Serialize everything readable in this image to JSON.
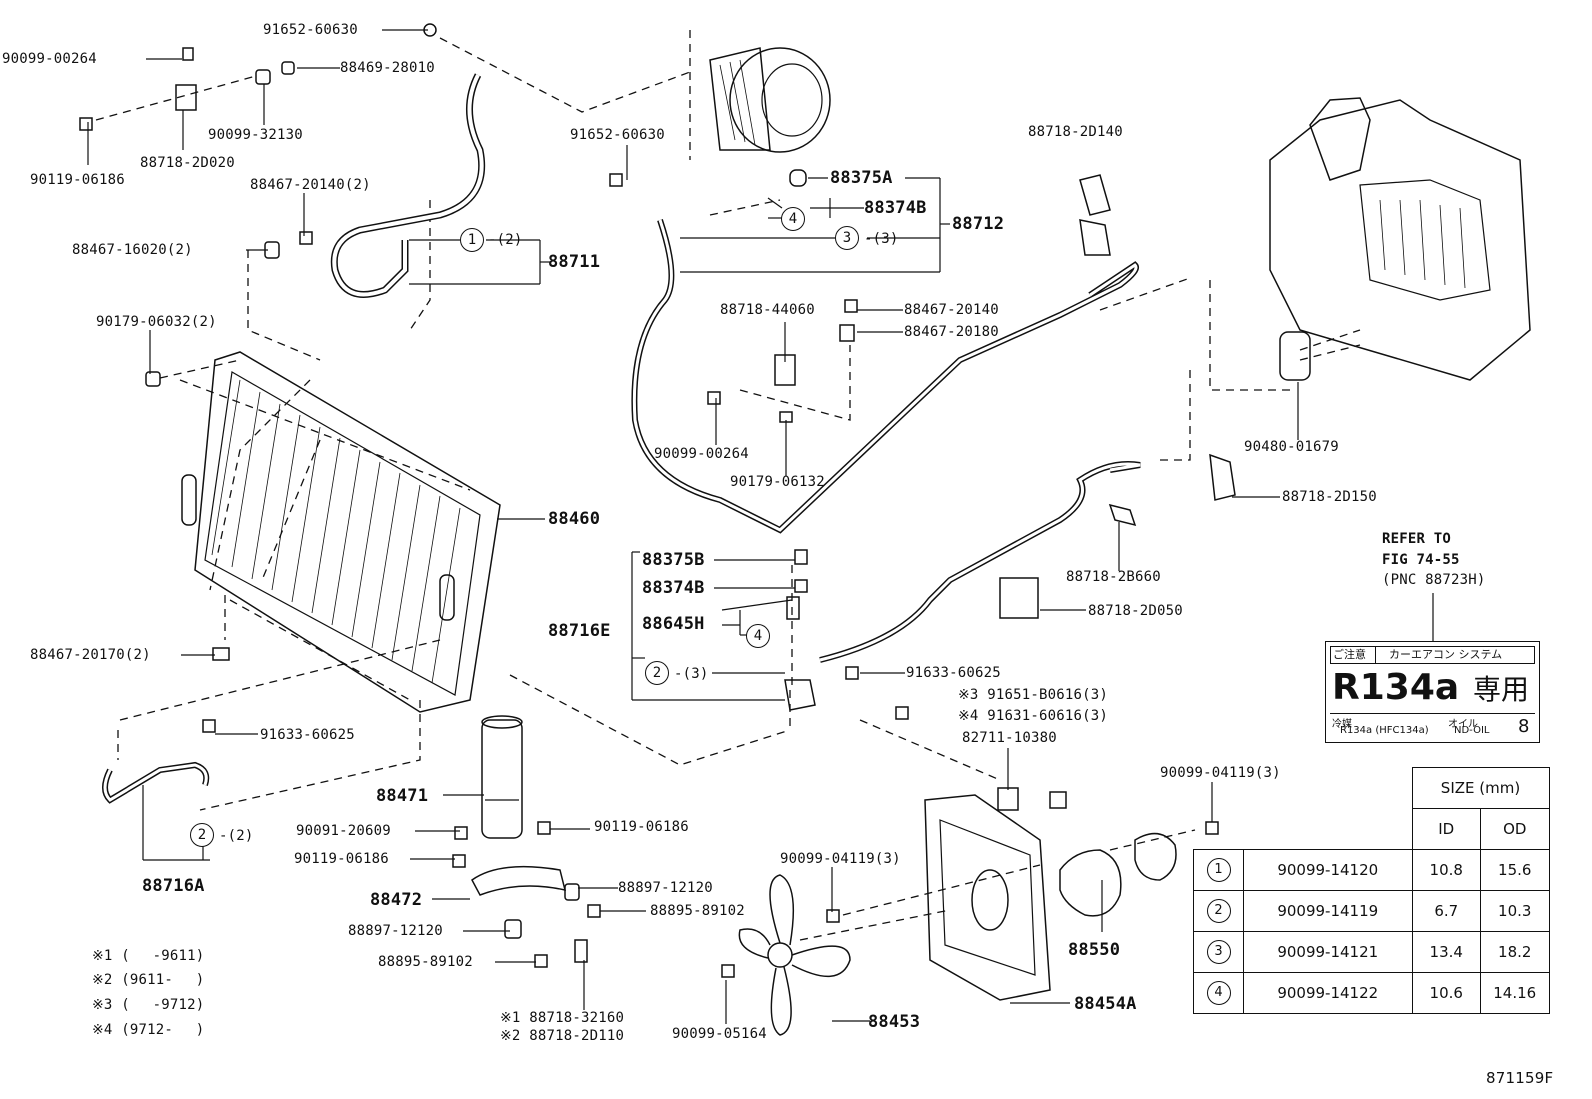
{
  "figure_number": "871159F",
  "refer_note": {
    "line1": "REFER TO",
    "line2": "FIG 74-55",
    "line3": "(PNC 88723H)"
  },
  "label_plate": {
    "caution": "ご注意",
    "system": "カーエアコン システム",
    "refrigerant": "R134a",
    "exclusive": "専用",
    "coolant_label": "冷媒",
    "coolant_value": "R134a (HFC134a)",
    "oil_label": "オイル",
    "oil_value": "ND-OIL",
    "oil_number": "8"
  },
  "size_table": {
    "title": "SIZE (mm)",
    "col_id": "ID",
    "col_od": "OD",
    "rows": [
      {
        "mark": "1",
        "part": "90099-14120",
        "id": "10.8",
        "od": "15.6"
      },
      {
        "mark": "2",
        "part": "90099-14119",
        "id": "6.7",
        "od": "10.3"
      },
      {
        "mark": "3",
        "part": "90099-14121",
        "id": "13.4",
        "od": "18.2"
      },
      {
        "mark": "4",
        "part": "90099-14122",
        "id": "10.6",
        "od": "14.16"
      }
    ]
  },
  "date_notes": [
    "※1 (　 -9611)",
    "※2 (9611-　 )",
    "※3 (　 -9712)",
    "※4 (9712-　 )"
  ],
  "circles": [
    "1",
    "4",
    "3",
    "2",
    "4",
    "2"
  ],
  "circle_suffixes": {
    "c1": "-(2)",
    "c3": "-(3)",
    "c2a": "-(3)",
    "c2b": "-(2)"
  },
  "labels": {
    "p91652_60630_a": "91652-60630",
    "p90099_00264_a": "90099-00264",
    "p88469_28010": "88469-28010",
    "p90099_32130": "90099-32130",
    "p88718_2D020": "88718-2D020",
    "p90119_06186_a": "90119-06186",
    "p88467_20140_2": "88467-20140(2)",
    "p88467_16020_2": "88467-16020(2)",
    "p88711": "88711",
    "p90179_06032_2": "90179-06032(2)",
    "p91652_60630_b": "91652-60630",
    "p88375A": "88375A",
    "p88374B_a": "88374B",
    "p88712": "88712",
    "p88718_2D140": "88718-2D140",
    "p88718_44060": "88718-44060",
    "p88467_20140": "88467-20140",
    "p88467_20180": "88467-20180",
    "p90099_00264_b": "90099-00264",
    "p90179_06132": "90179-06132",
    "p90480_01679": "90480-01679",
    "p88718_2D150": "88718-2D150",
    "p88460": "88460",
    "p88375B": "88375B",
    "p88374B_b": "88374B",
    "p88645H": "88645H",
    "p88716E": "88716E",
    "p88718_2B660": "88718-2B660",
    "p88718_2D050": "88718-2D050",
    "p91633_60625_a": "91633-60625",
    "p91651_B0616": "※3 91651-B0616(3)",
    "p91631_60616": "※4 91631-60616(3)",
    "p82711_10380": "82711-10380",
    "p88467_20170_2": "88467-20170(2)",
    "p91633_60625_b": "91633-60625",
    "p88716A": "88716A",
    "p88471": "88471",
    "p90091_20609": "90091-20609",
    "p90119_06186_b": "90119-06186",
    "p90119_06186_c": "90119-06186",
    "p88472": "88472",
    "p88897_12120_a": "88897-12120",
    "p88895_89102_a": "88895-89102",
    "p88897_12120_b": "88897-12120",
    "p88895_89102_b": "88895-89102",
    "p88718_32160": "※1 88718-32160",
    "p88718_2D110": "※2 88718-2D110",
    "p90099_04119_3a": "90099-04119(3)",
    "p90099_04119_3b": "90099-04119(3)",
    "p88550": "88550",
    "p88454A": "88454A",
    "p88453": "88453",
    "p90099_05164": "90099-05164"
  }
}
